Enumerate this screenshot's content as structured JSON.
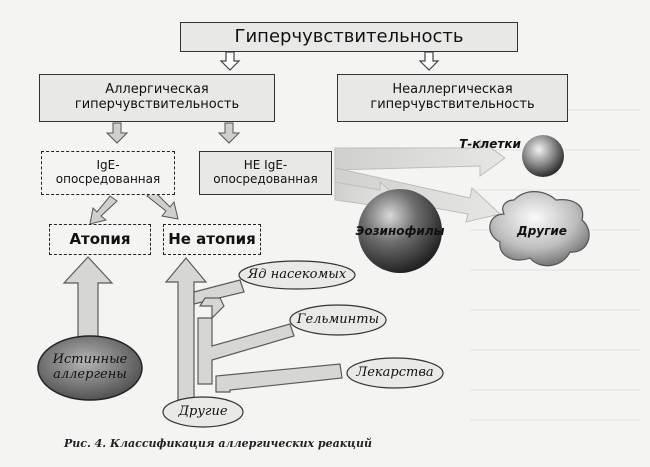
{
  "nodes": {
    "root": "Гиперчувствительность",
    "allergic": "Аллергическая\nгиперчувствительность",
    "nonallergic": "Неаллергическая\nгиперчувствительность",
    "ige": "IgE-\nопосредованная",
    "non_ige": "НЕ IgE-\nопосредованная",
    "atopy": "Атопия",
    "non_atopy": "Не атопия",
    "t_cells": "Т-клетки",
    "eosinophils": "Эозинофилы",
    "others_cell": "Другие",
    "insect_venom": "Яд насекомых",
    "helminths": "Гельминты",
    "drugs": "Лекарства",
    "true_allergens": "Истинные\nаллергены",
    "others_bottom": "Другие"
  },
  "caption": "Рис. 4. Классификация аллергических реакций",
  "colors": {
    "box_fill": "#e8e8e6",
    "dark_node": "#3a3a3a",
    "arrow_fill": "#dcdcda",
    "arrow_stroke": "#555555"
  }
}
